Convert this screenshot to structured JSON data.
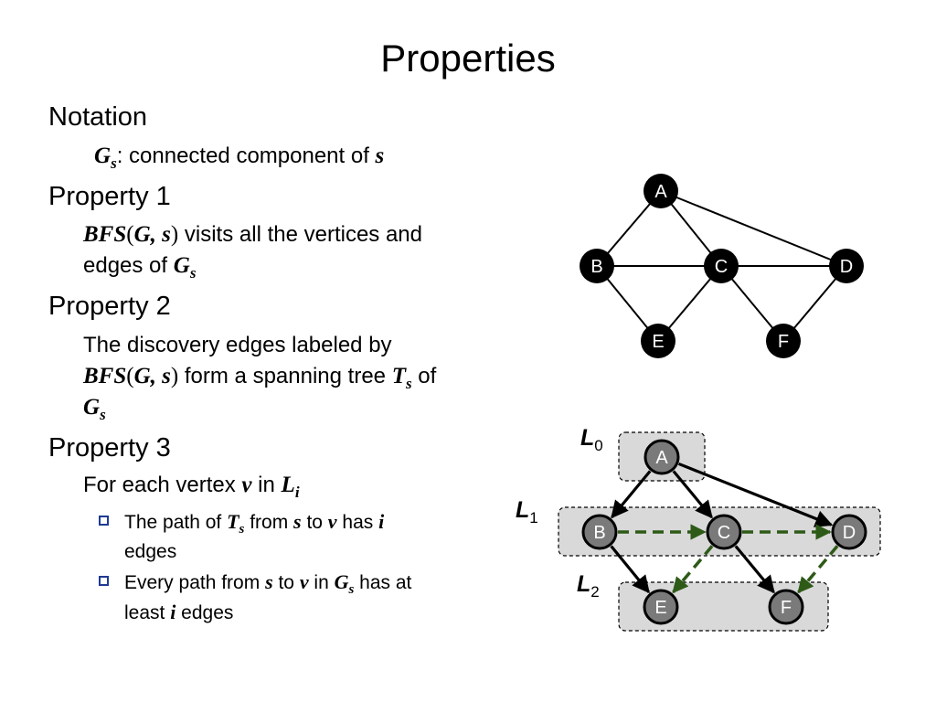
{
  "slide": {
    "title": "Properties"
  },
  "notation": {
    "heading": "Notation",
    "symbol": "G",
    "symbol_sub": "s",
    "text": ": connected component of ",
    "var": "s"
  },
  "property1": {
    "heading": "Property 1",
    "func": "BFS",
    "paren_open": "(",
    "args": "G, s",
    "paren_close": ")",
    "text1": " visits all the vertices and",
    "text2": "edges of ",
    "symbol": "G",
    "symbol_sub": "s"
  },
  "property2": {
    "heading": "Property 2",
    "line1": "The discovery edges labeled by",
    "func": "BFS",
    "paren_open": "(",
    "args": "G, s",
    "paren_close": ")",
    "text2": " form a spanning tree ",
    "tree": "T",
    "tree_sub": "s",
    "of": " of",
    "symbol": "G",
    "symbol_sub": "s"
  },
  "property3": {
    "heading": "Property 3",
    "text1": "For each vertex ",
    "var_v": "v",
    "text_in": " in ",
    "level": "L",
    "level_sub": "i",
    "bullets": [
      {
        "t1": "The path of  ",
        "tree": "T",
        "tree_sub": "s",
        "t2": " from ",
        "s": "s",
        "t3": " to ",
        "v": "v",
        "t4": " has ",
        "i": "i",
        "t5": "edges"
      },
      {
        "t1": "Every path from ",
        "s": "s",
        "t2": " to ",
        "v": "v",
        "t3": " in ",
        "g": "G",
        "g_sub": "s",
        "t4": " has at",
        "t5": "least ",
        "i": "i",
        "t6": " edges"
      }
    ]
  },
  "graph": {
    "vertices": [
      "A",
      "B",
      "C",
      "D",
      "E",
      "F"
    ],
    "edges": [
      [
        "A",
        "B"
      ],
      [
        "A",
        "C"
      ],
      [
        "A",
        "D"
      ],
      [
        "B",
        "C"
      ],
      [
        "C",
        "D"
      ],
      [
        "B",
        "E"
      ],
      [
        "C",
        "E"
      ],
      [
        "C",
        "F"
      ],
      [
        "D",
        "F"
      ]
    ]
  },
  "bfs_tree": {
    "levels": [
      {
        "label": "L",
        "sub": "0",
        "vertices": [
          "A"
        ]
      },
      {
        "label": "L",
        "sub": "1",
        "vertices": [
          "B",
          "C",
          "D"
        ]
      },
      {
        "label": "L",
        "sub": "2",
        "vertices": [
          "E",
          "F"
        ]
      }
    ],
    "discovery_edges": [
      [
        "A",
        "B"
      ],
      [
        "A",
        "C"
      ],
      [
        "A",
        "D"
      ],
      [
        "B",
        "E"
      ],
      [
        "C",
        "F"
      ]
    ],
    "cross_edges": [
      [
        "B",
        "C"
      ],
      [
        "C",
        "D"
      ],
      [
        "C",
        "E"
      ],
      [
        "D",
        "F"
      ]
    ]
  },
  "colors": {
    "vertex_fill": "#000000",
    "bfs_vertex_fill": "#7a7a7a",
    "level_box": "#d9d9d9",
    "cross_edge": "#2e5a17",
    "bullet_box": "#1f3a93"
  }
}
